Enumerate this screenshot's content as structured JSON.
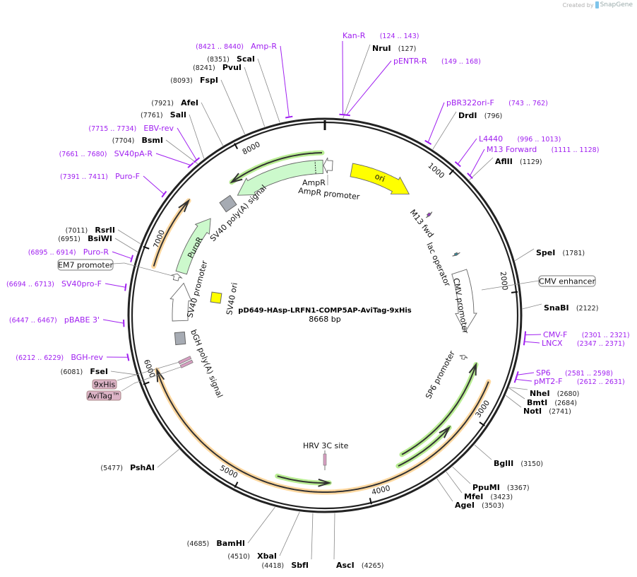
{
  "credit": {
    "prefix": "Created by",
    "brand": "SnapGene"
  },
  "plasmid": {
    "name": "pD649-HAsp-LRFN1-COMP5AP-AviTag-9xHis",
    "length_label": "8668 bp",
    "length": 8668
  },
  "ticks": [
    "1000",
    "2000",
    "3000",
    "4000",
    "5000",
    "6000",
    "7000",
    "8000"
  ],
  "enzymes": [
    {
      "name": "NruI",
      "pos": "127"
    },
    {
      "name": "DrdI",
      "pos": "796"
    },
    {
      "name": "AflII",
      "pos": "1129"
    },
    {
      "name": "SpeI",
      "pos": "1781"
    },
    {
      "name": "SnaBI",
      "pos": "2122"
    },
    {
      "name": "NheI",
      "pos": "2680"
    },
    {
      "name": "BmtI",
      "pos": "2684"
    },
    {
      "name": "NotI",
      "pos": "2741"
    },
    {
      "name": "BglII",
      "pos": "3150"
    },
    {
      "name": "PpuMI",
      "pos": "3367"
    },
    {
      "name": "MfeI",
      "pos": "3423"
    },
    {
      "name": "AgeI",
      "pos": "3503"
    },
    {
      "name": "AscI",
      "pos": "4265"
    },
    {
      "name": "SbfI",
      "pos": "4418"
    },
    {
      "name": "XbaI",
      "pos": "4510"
    },
    {
      "name": "BamHI",
      "pos": "4685"
    },
    {
      "name": "PshAI",
      "pos": "5477"
    },
    {
      "name": "FseI",
      "pos": "6081"
    },
    {
      "name": "BsiWI",
      "pos": "6951"
    },
    {
      "name": "RsrII",
      "pos": "7011"
    },
    {
      "name": "BsmI",
      "pos": "7704"
    },
    {
      "name": "SalI",
      "pos": "7761"
    },
    {
      "name": "AfeI",
      "pos": "7921"
    },
    {
      "name": "FspI",
      "pos": "8093"
    },
    {
      "name": "PvuI",
      "pos": "8241"
    },
    {
      "name": "ScaI",
      "pos": "8351"
    }
  ],
  "primers": [
    {
      "name": "Kan-R",
      "range": "124 .. 143"
    },
    {
      "name": "pENTR-R",
      "range": "149 .. 168"
    },
    {
      "name": "pBR322ori-F",
      "range": "743 .. 762"
    },
    {
      "name": "L4440",
      "range": "996 .. 1013"
    },
    {
      "name": "M13 Forward",
      "range": "1111 .. 1128"
    },
    {
      "name": "CMV-F",
      "range": "2301 .. 2321"
    },
    {
      "name": "LNCX",
      "range": "2347 .. 2371"
    },
    {
      "name": "SP6",
      "range": "2581 .. 2598"
    },
    {
      "name": "pMT2-F",
      "range": "2612 .. 2631"
    },
    {
      "name": "BGH-rev",
      "range": "6212 .. 6229"
    },
    {
      "name": "pBABE 3'",
      "range": "6447 .. 6467"
    },
    {
      "name": "SV40pro-F",
      "range": "6694 .. 6713"
    },
    {
      "name": "Puro-R",
      "range": "6895 .. 6914"
    },
    {
      "name": "Puro-F",
      "range": "7391 .. 7411"
    },
    {
      "name": "SV40pA-R",
      "range": "7661 .. 7680"
    },
    {
      "name": "EBV-rev",
      "range": "7715 .. 7734"
    },
    {
      "name": "Amp-R",
      "range": "8421 .. 8440"
    }
  ],
  "features": [
    {
      "name": "ori",
      "start": 250,
      "end": 838,
      "strand": 1,
      "color": "#ffff00"
    },
    {
      "name": "AmpR",
      "start": 7800,
      "end": 8650,
      "strand": -1,
      "color": "#ccf9cc"
    },
    {
      "name": "AmpR promoter",
      "start": 8655,
      "end": 70,
      "strand": -1,
      "color": "#ffffff"
    },
    {
      "name": "PuroR",
      "start": 6900,
      "end": 7470,
      "strand": 1,
      "color": "#ccf9cc"
    },
    {
      "name": "EM7 promoter",
      "start": 6820,
      "end": 6880,
      "strand": 1,
      "color": "#ffffff"
    },
    {
      "name": "SV40 promoter",
      "start": 6450,
      "end": 6810,
      "strand": 1,
      "color": "#ffffff"
    },
    {
      "name": "CMV promoter",
      "start": 1735,
      "end": 2330,
      "strand": 1,
      "color": "#ffffff"
    },
    {
      "name": "SP6 promoter",
      "start": 2550,
      "end": 2590,
      "strand": -1,
      "color": "#ffffff"
    },
    {
      "name": "M13 fwd",
      "start": 1095,
      "end": 1120,
      "strand": 1,
      "color": "#9933cc"
    },
    {
      "name": "lac operator",
      "start": 1555,
      "end": 1578,
      "strand": 1,
      "color": "#338899"
    },
    {
      "name": "CMV enhancer"
    },
    {
      "name": "SV40 poly(A) signal",
      "color": "#a6abb3"
    },
    {
      "name": "SV40 ori",
      "color": "#ffff00"
    },
    {
      "name": "bGH poly(A) signal",
      "color": "#a6abb3"
    },
    {
      "name": "HRV 3C site",
      "color": "#d69ec0"
    },
    {
      "name": "9xHis",
      "color": "#dcb3c6"
    },
    {
      "name": "AviTag™",
      "color": "#dcb3c6"
    }
  ],
  "orfs": [
    {
      "start": 7825,
      "end": 8644,
      "strand": -1,
      "color": "#a8e878"
    },
    {
      "start": 6886,
      "end": 7465,
      "strand": 1,
      "color": "#ffce88"
    },
    {
      "start": 2697,
      "end": 6068,
      "strand": 1,
      "color": "#ffce88"
    },
    {
      "start": 4298,
      "end": 4731,
      "strand": -1,
      "color": "#a8e878"
    },
    {
      "start": 3178,
      "end": 3708,
      "strand": -1,
      "color": "#a8e878"
    },
    {
      "start": 2600,
      "end": 3636,
      "strand": -1,
      "color": "#a8e878"
    }
  ],
  "colors": {
    "backbone": "#222222",
    "primer": "#a020f0",
    "enzyme_line": "#888888"
  }
}
